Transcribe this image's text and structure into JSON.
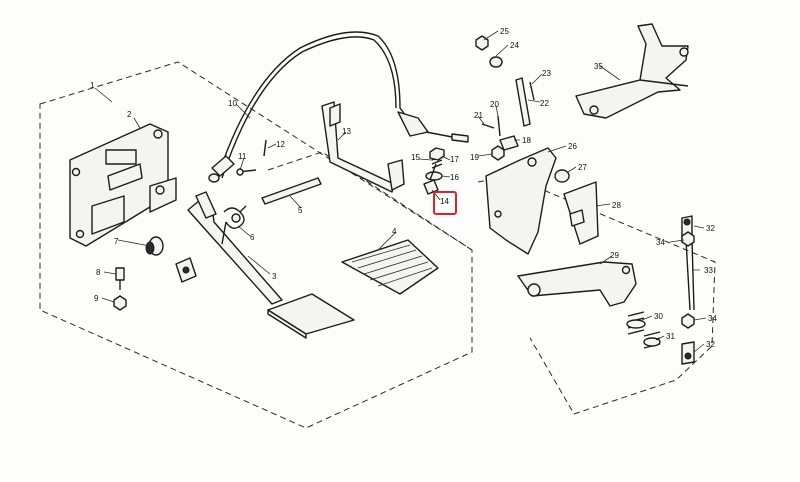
{
  "highlight": {
    "label": "14",
    "color": "#d9262b"
  },
  "callouts": [
    {
      "id": "1",
      "t": "1"
    },
    {
      "id": "2",
      "t": "2"
    },
    {
      "id": "3",
      "t": "3"
    },
    {
      "id": "4",
      "t": "4"
    },
    {
      "id": "5",
      "t": "5"
    },
    {
      "id": "6",
      "t": "6"
    },
    {
      "id": "7",
      "t": "7"
    },
    {
      "id": "8",
      "t": "8"
    },
    {
      "id": "9",
      "t": "9"
    },
    {
      "id": "10",
      "t": "10"
    },
    {
      "id": "11",
      "t": "11"
    },
    {
      "id": "12",
      "t": "12"
    },
    {
      "id": "13",
      "t": "13"
    },
    {
      "id": "14",
      "t": "14"
    },
    {
      "id": "15",
      "t": "15"
    },
    {
      "id": "16",
      "t": "16"
    },
    {
      "id": "17",
      "t": "17"
    },
    {
      "id": "18",
      "t": "18"
    },
    {
      "id": "19",
      "t": "19"
    },
    {
      "id": "20",
      "t": "20"
    },
    {
      "id": "21",
      "t": "21"
    },
    {
      "id": "22",
      "t": "22"
    },
    {
      "id": "23",
      "t": "23"
    },
    {
      "id": "24",
      "t": "24"
    },
    {
      "id": "25",
      "t": "25"
    },
    {
      "id": "26",
      "t": "26"
    },
    {
      "id": "27",
      "t": "27"
    },
    {
      "id": "28",
      "t": "28"
    },
    {
      "id": "29",
      "t": "29"
    },
    {
      "id": "30",
      "t": "30"
    },
    {
      "id": "31",
      "t": "31"
    },
    {
      "id": "32a",
      "t": "32"
    },
    {
      "id": "32b",
      "t": "32"
    },
    {
      "id": "33",
      "t": "33"
    },
    {
      "id": "34a",
      "t": "34"
    },
    {
      "id": "34b",
      "t": "34"
    },
    {
      "id": "35",
      "t": "35"
    }
  ]
}
